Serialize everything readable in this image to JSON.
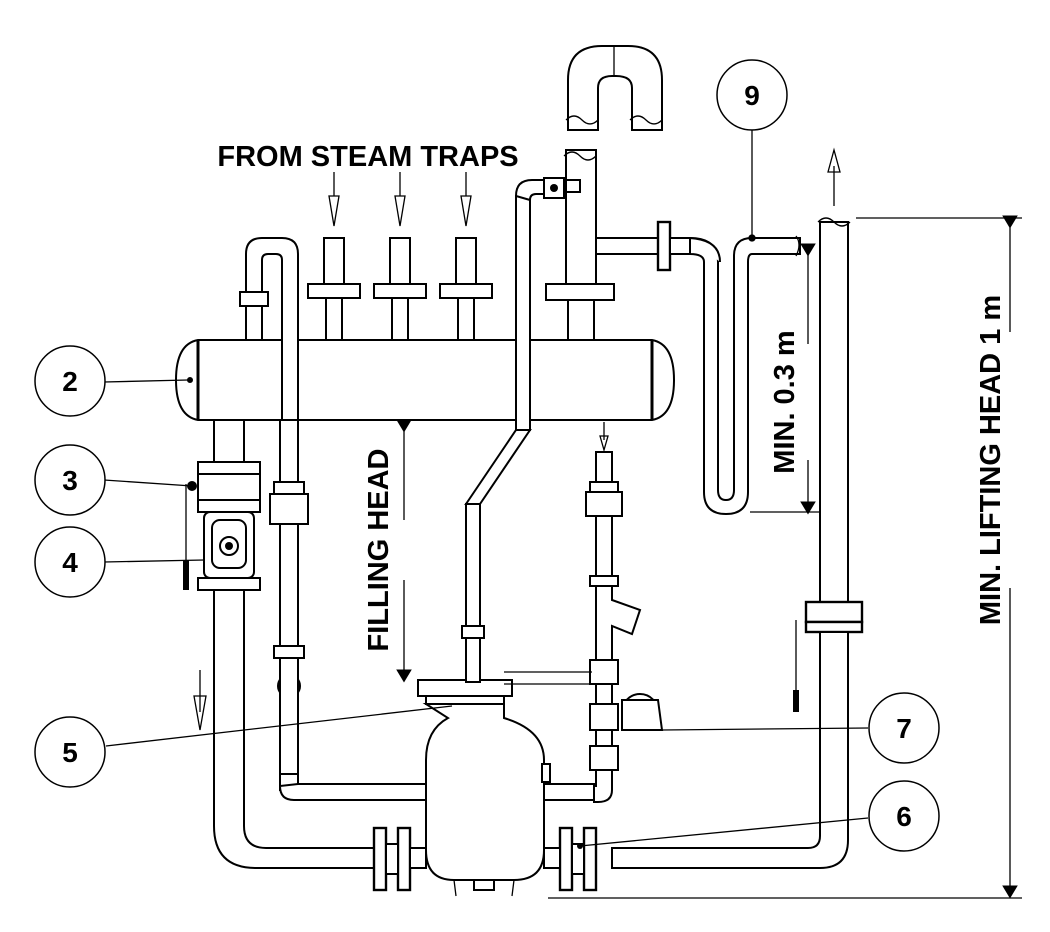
{
  "diagram": {
    "title": "FROM STEAM TRAPS",
    "filling_head": "FILLING HEAD",
    "min_height": "MIN. 0.3 m",
    "min_lifting_head": "MIN. LIFTING HEAD 1 m",
    "callouts": {
      "c2": "2",
      "c3": "3",
      "c4": "4",
      "c5": "5",
      "c6": "6",
      "c7": "7",
      "c9": "9"
    }
  }
}
